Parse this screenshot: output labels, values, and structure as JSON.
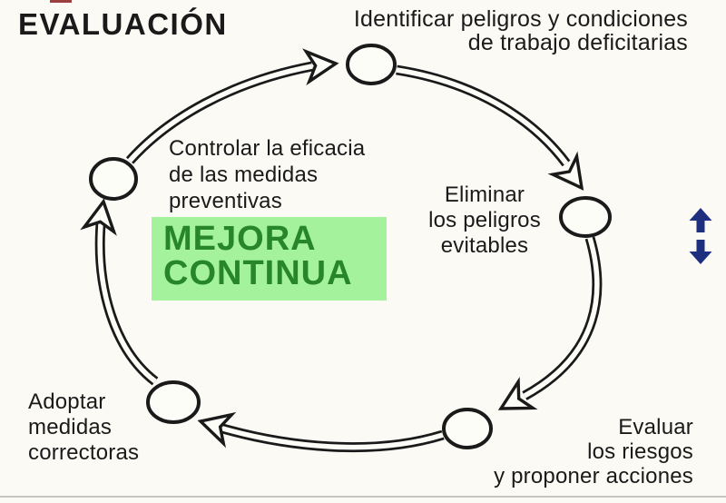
{
  "title": "EVALUACIÓN",
  "cycle": {
    "center_label": "MEJORA\nCONTINUA",
    "steps": [
      {
        "name": "identificar",
        "label": "Identificar peligros y condiciones\nde trabajo deficitarias",
        "node": "plain"
      },
      {
        "name": "eliminar",
        "label": "Eliminar\nlos peligros\nevitables",
        "node": "plain"
      },
      {
        "name": "evaluar",
        "label": "Evaluar\nlos riesgos\ny proponer acciones",
        "node": "highlighted"
      },
      {
        "name": "adoptar",
        "label": "Adoptar\nmedidas\ncorrectoras",
        "node": "plain"
      },
      {
        "name": "controlar",
        "label": "Controlar la eficacia\nde las medidas\npreventivas",
        "node": "plain"
      }
    ]
  },
  "icons": {
    "scroll_arrows": "vertical-scroll-double-arrow"
  },
  "colors": {
    "ink": "#1a1a1a",
    "center_box_bg": "#a5f29c",
    "center_box_text": "#27852a",
    "highlight_node": "#56d838",
    "scroll_arrow": "#1d2f7e"
  }
}
